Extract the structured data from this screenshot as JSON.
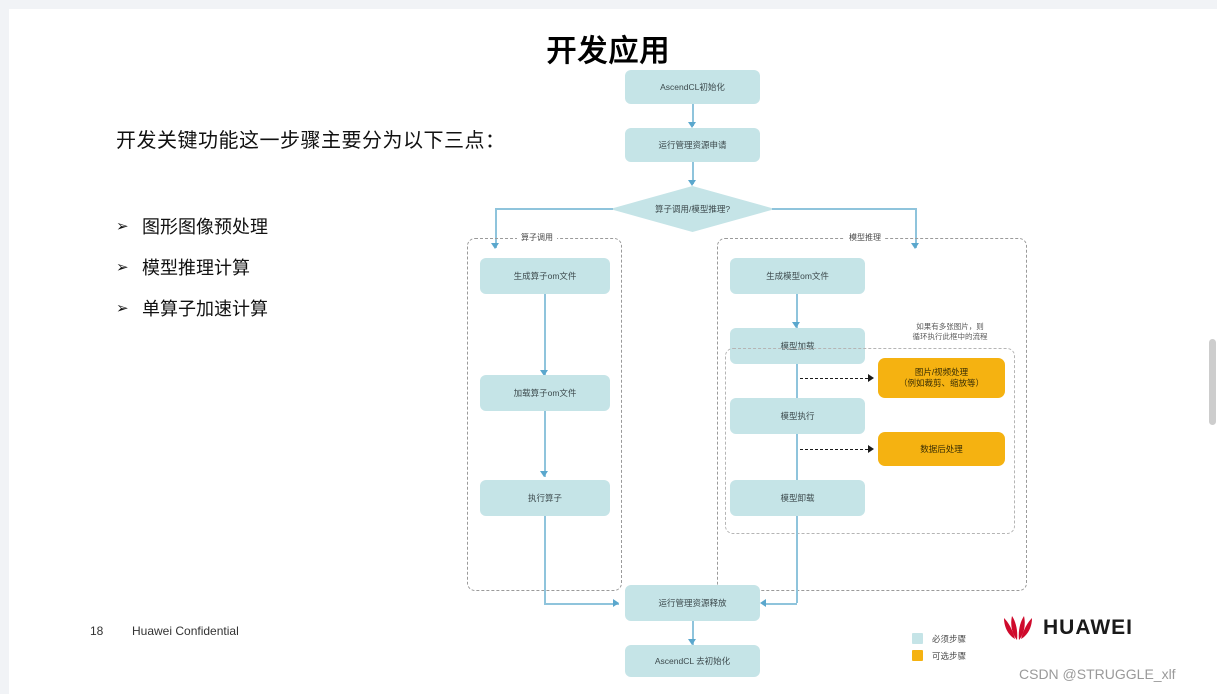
{
  "slide": {
    "title": "开发应用",
    "lead_text": "开发关键功能这一步骤主要分为以下三点：",
    "bullet_marker": "➢",
    "bullets": [
      {
        "label": "图形图像预处理"
      },
      {
        "label": "模型推理计算"
      },
      {
        "label": "单算子加速计算"
      }
    ]
  },
  "flowchart": {
    "nodes": {
      "init": "AscendCL初始化",
      "resource": "运行管理资源申请",
      "decision": "算子调用/模型推理?",
      "op_generate": "生成算子om文件",
      "op_load": "加载算子om文件",
      "op_execute": "执行算子",
      "model_generate": "生成模型om文件",
      "model_load": "模型加载",
      "model_execute": "模型执行",
      "model_unload": "模型卸载",
      "preprocess_line1": "图片/视频处理",
      "preprocess_line2": "（例如裁剪、缩放等）",
      "postprocess": "数据后处理",
      "release": "运行管理资源释放",
      "deinit": "AscendCL 去初始化"
    },
    "group_labels": {
      "left": "算子调用",
      "right": "模型推理"
    },
    "note_line1": "如果有多张图片，则",
    "note_line2": "循环执行此框中的流程"
  },
  "legend": {
    "items": [
      {
        "label": "必须步骤",
        "color": "#c5e4e7"
      },
      {
        "label": "可选步骤",
        "color": "#f5b211"
      }
    ]
  },
  "footer": {
    "page_number": "18",
    "confidential": "Huawei Confidential",
    "brand": "HUAWEI",
    "watermark": "CSDN @STRUGGLE_xlf"
  }
}
